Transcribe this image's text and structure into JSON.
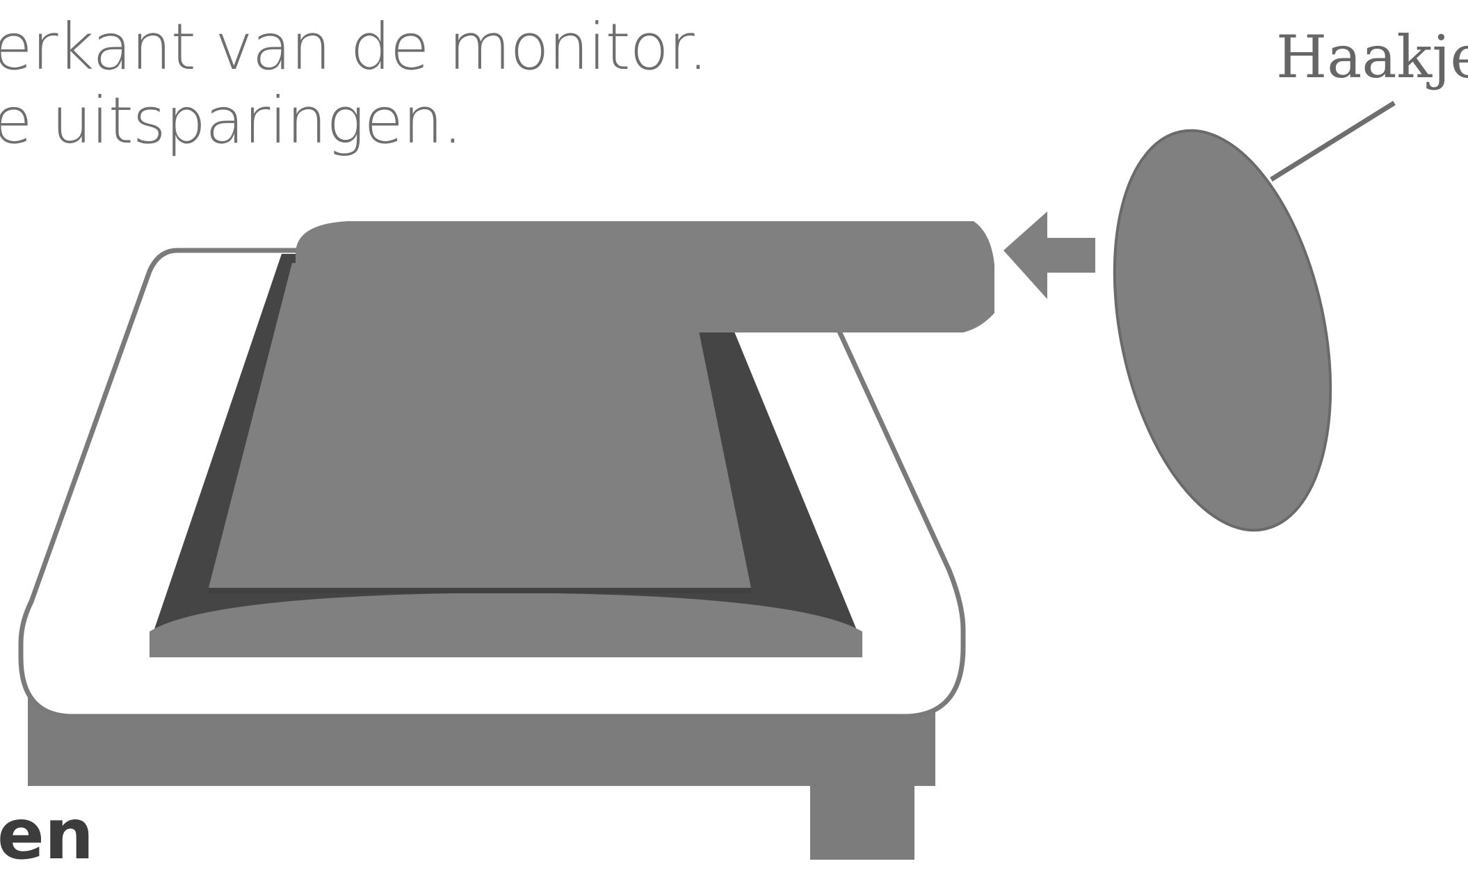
{
  "instructions": {
    "line1": "erkant van de monitor.",
    "line2": "e uitsparingen."
  },
  "section_heading": "en",
  "callout_label": "Haakje",
  "colors": {
    "part_fill": "#808080",
    "dark_shade": "#404040",
    "outline": "#7a7a7a",
    "table_edge": "#7c7c7c"
  }
}
